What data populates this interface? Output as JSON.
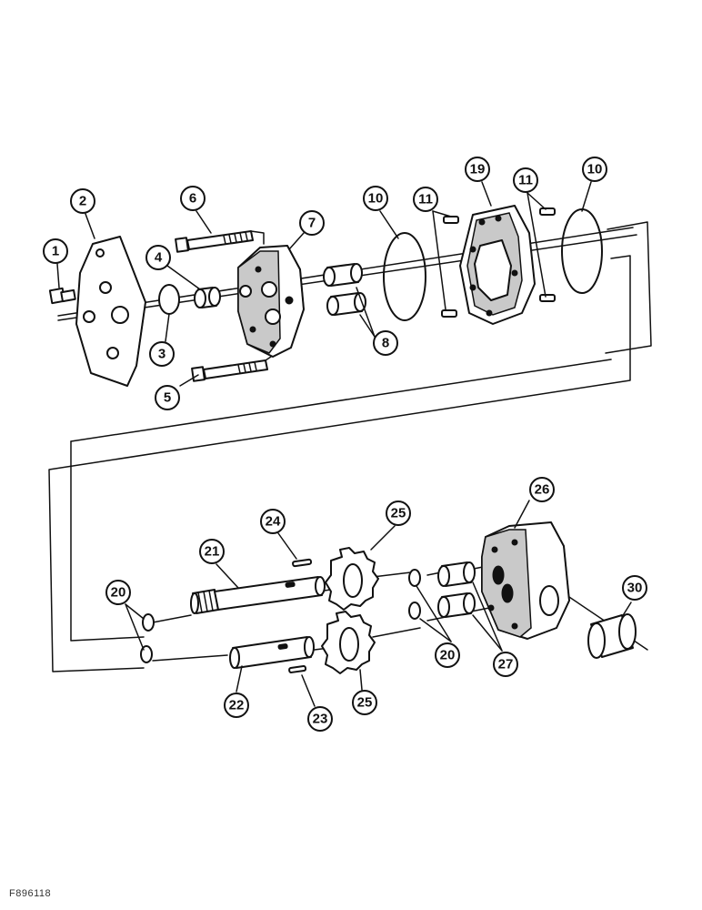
{
  "figure_id": "F896118",
  "callouts": {
    "c1": "1",
    "c2": "2",
    "c3": "3",
    "c4": "4",
    "c5": "5",
    "c6": "6",
    "c7": "7",
    "c8": "8",
    "c10a": "10",
    "c10b": "10",
    "c11a": "11",
    "c11b": "11",
    "c19": "19",
    "c20a": "20",
    "c20b": "20",
    "c21": "21",
    "c22": "22",
    "c23": "23",
    "c24": "24",
    "c25a": "25",
    "c25b": "25",
    "c26": "26",
    "c27": "27",
    "c30": "30"
  }
}
